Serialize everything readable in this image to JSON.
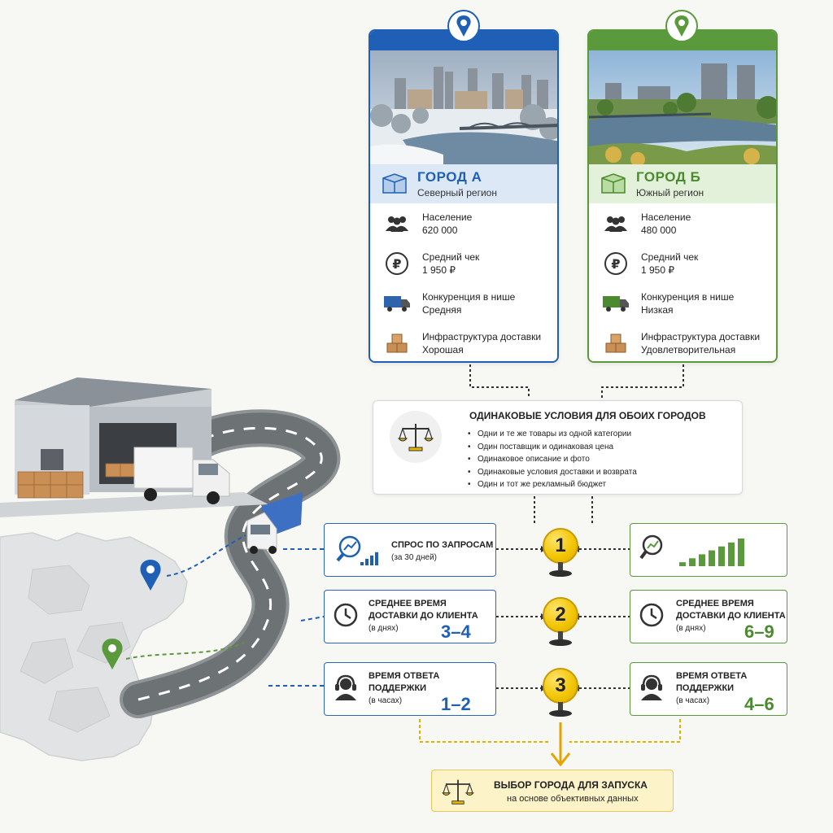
{
  "colors": {
    "city_a": "#1f5fb5",
    "city_b": "#5a9a3c",
    "accent_gold": "#f1c400"
  },
  "city_a": {
    "name": "ГОРОД А",
    "region": "Северный регион",
    "pin_icon": "map-pin-icon",
    "rows": [
      {
        "icon": "people-icon",
        "label": "Население",
        "value": "620 000"
      },
      {
        "icon": "ruble-icon",
        "label": "Средний чек",
        "value": "1 950 ₽"
      },
      {
        "icon": "delivery-truck-icon",
        "label": "Конкуренция в нише",
        "value": "Средняя"
      },
      {
        "icon": "boxes-icon",
        "label": "Инфраструктура доставки",
        "value": "Хорошая"
      }
    ]
  },
  "city_b": {
    "name": "ГОРОД Б",
    "region": "Южный регион",
    "pin_icon": "map-pin-icon",
    "rows": [
      {
        "icon": "people-icon",
        "label": "Население",
        "value": "480 000"
      },
      {
        "icon": "ruble-icon",
        "label": "Средний чек",
        "value": "1 950 ₽"
      },
      {
        "icon": "delivery-truck-icon",
        "label": "Конкуренция в нише",
        "value": "Низкая"
      },
      {
        "icon": "boxes-icon",
        "label": "Инфраструктура доставки",
        "value": "Удовлетворительная"
      }
    ]
  },
  "conditions": {
    "title": "ОДИНАКОВЫЕ УСЛОВИЯ ДЛЯ ОБОИХ ГОРОДОВ",
    "items": [
      "Одни и те же товары из одной категории",
      "Один поставщик и одинаковая цена",
      "Одинаковое описание и фото",
      "Одинаковые условия доставки и возврата",
      "Один и тот же рекламный бюджет"
    ]
  },
  "metrics": [
    {
      "number": "1",
      "title": "СПРОС ПО ЗАПРОСАМ",
      "subtitle": "(за 30 дней)",
      "left_level": 0.45,
      "right_level": 1.0
    },
    {
      "number": "2",
      "title_l1": "СРЕДНЕЕ ВРЕМЯ",
      "title_l2": "ДОСТАВКИ ДО КЛИЕНТА",
      "subtitle": "(в днях)",
      "left_value": "3–4",
      "right_value": "6–9"
    },
    {
      "number": "3",
      "title_l1": "ВРЕМЯ ОТВЕТА",
      "title_l2": "ПОДДЕРЖКИ",
      "subtitle": "(в часах)",
      "left_value": "1–2",
      "right_value": "4–6"
    }
  ],
  "final": {
    "title": "ВЫБОР ГОРОДА ДЛЯ ЗАПУСКА",
    "subtitle": "на основе объективных данных"
  }
}
